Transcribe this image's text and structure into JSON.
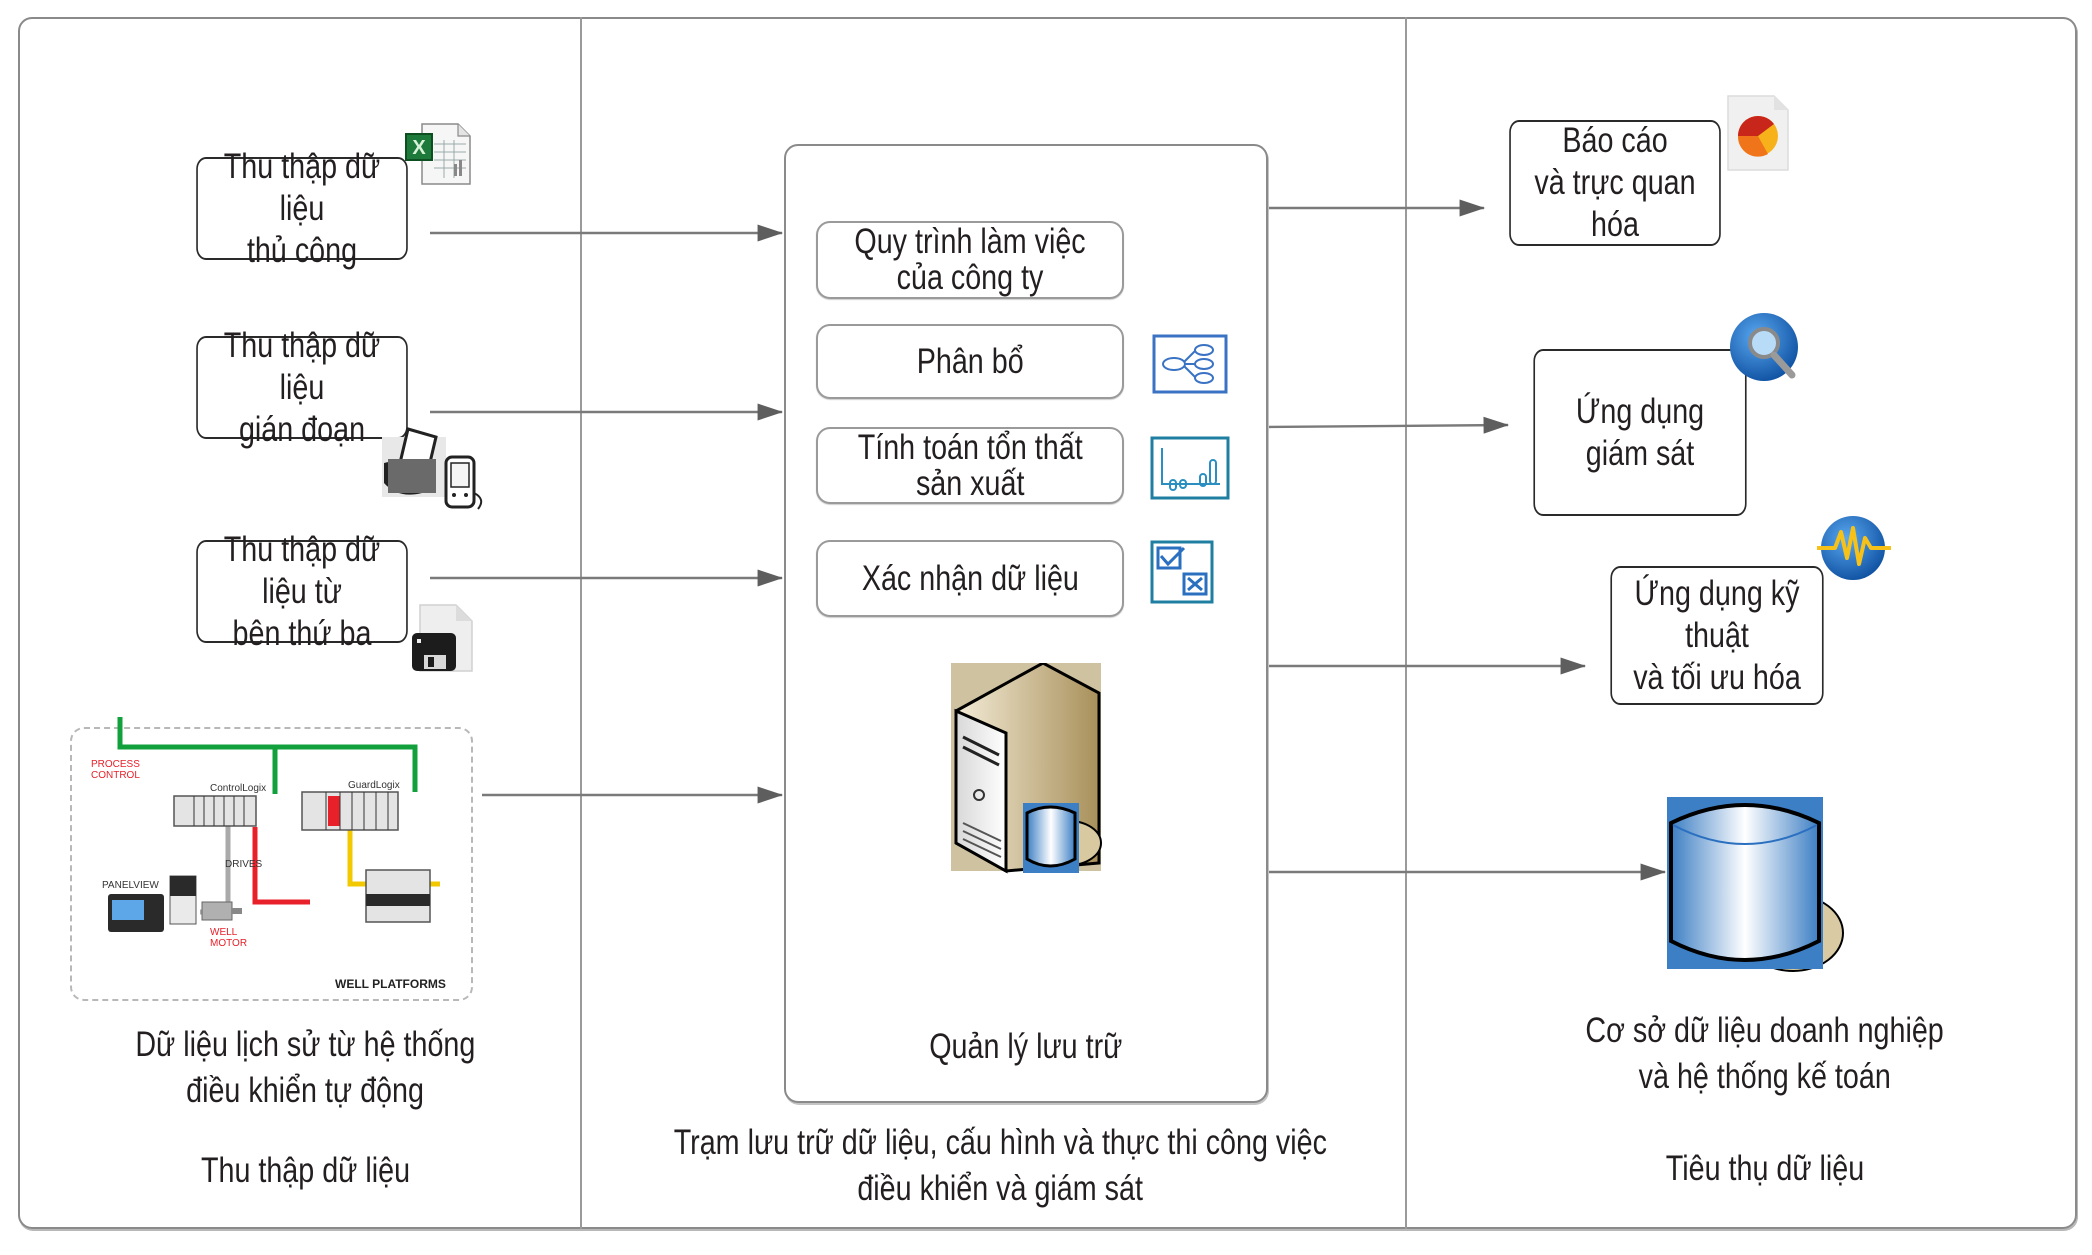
{
  "diagram": {
    "columns": {
      "collection": {
        "title": "Thu thập dữ liệu",
        "sources": [
          {
            "line1": "Thu thập dữ liệu",
            "line2": "thủ công",
            "icon": "excel-file-icon"
          },
          {
            "line1": "Thu thập dữ liệu",
            "line2": "gián đoạn",
            "icon": "handheld-devices-icon"
          },
          {
            "line1": "Thu thập dữ liệu từ",
            "line2": "bên thứ ba",
            "icon": "floppy-file-icon"
          }
        ],
        "automation": {
          "line1": "Dữ liệu lịch sử từ hệ thống",
          "line2": "điều khiển tự động",
          "network_labels": {
            "process_control_1": "PROCESS",
            "process_control_2": "CONTROL",
            "controllogix": "ControlLogix",
            "guardlogix": "GuardLogix",
            "drives": "DRIVES",
            "panelview": "PANELVIEW",
            "well_motor_1": "WELL",
            "well_motor_2": "MOTOR",
            "platforms": "WELL PLATFORMS"
          }
        }
      },
      "storage": {
        "title_line1": "Trạm lưu trữ dữ liệu, cấu hình và thực thi công việc",
        "title_line2": "điều khiển và giám sát",
        "functions": [
          {
            "line1": "Quy trình làm việc",
            "line2": "của công ty",
            "icon": ""
          },
          {
            "line1": "Phân bổ",
            "line2": "",
            "icon": "distribution-tree-icon"
          },
          {
            "line1": "Tính toán tổn thất",
            "line2": "sản xuất",
            "icon": "bar-chart-icon"
          },
          {
            "line1": "Xác nhận dữ liệu",
            "line2": "",
            "icon": "checkbox-validation-icon"
          }
        ],
        "server_label": "Quản lý lưu trữ"
      },
      "consumption": {
        "title": "Tiêu thụ dữ liệu",
        "outputs": [
          {
            "line1": "Báo cáo",
            "line2": "và trực quan hóa",
            "icon": "pie-chart-report-icon"
          },
          {
            "line1": "Ứng dụng",
            "line2": "giám sát",
            "icon": "magnifier-icon"
          },
          {
            "line1": "Ứng dụng kỹ thuật",
            "line2": "và tối ưu hóa",
            "icon": "waveform-icon"
          }
        ],
        "database": {
          "line1": "Cơ sở dữ liệu doanh nghiệp",
          "line2": "và hệ thống kế toán"
        }
      }
    },
    "colors": {
      "accent_blue": "#1f6fb8",
      "network_green": "#12a03c",
      "network_red": "#e8202a",
      "network_yellow": "#f2c800",
      "excel_green": "#1d7a3a",
      "server_tan": "#c8b48a"
    }
  }
}
